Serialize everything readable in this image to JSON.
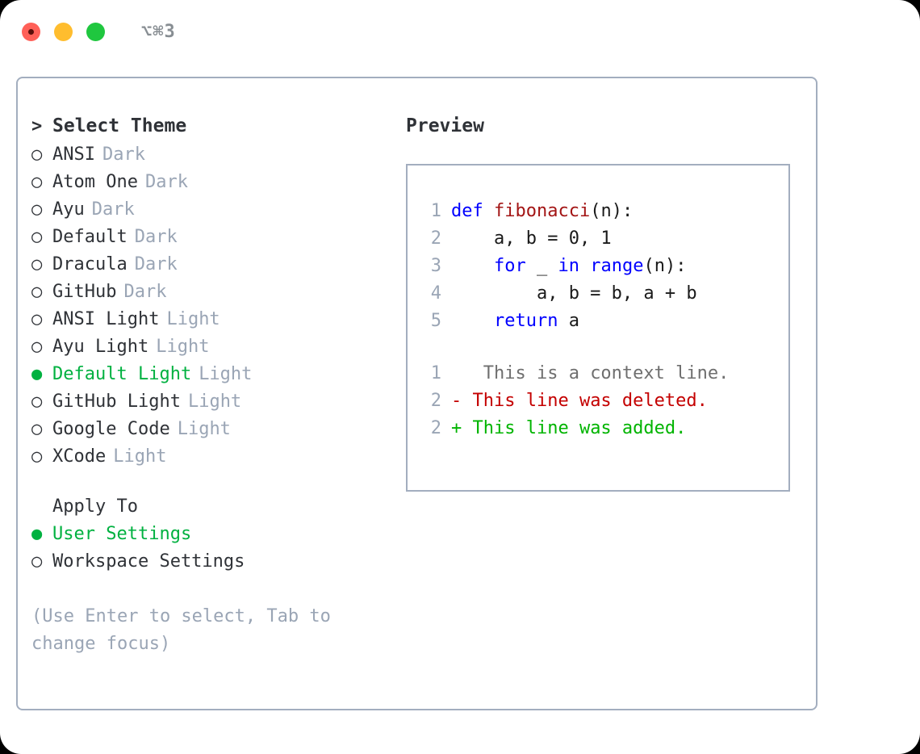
{
  "window": {
    "shortcut": "⌥⌘3",
    "traffic_lights": [
      "close-red",
      "minimize-yellow",
      "maximize-green"
    ],
    "border_color": "#a3aebf"
  },
  "colors": {
    "accent_green": "#00b140",
    "muted": "#9aa5b5",
    "text": "#2f3237",
    "keyword_blue": "#0000ff",
    "function_red": "#a31515",
    "diff_deleted": "#c40000",
    "diff_added": "#00b400",
    "diff_context": "#6f6f6f"
  },
  "theme_list": {
    "header_marker": ">",
    "header_label": "Select Theme",
    "items": [
      {
        "marker": "○",
        "label": "ANSI",
        "meta": "Dark",
        "selected": false
      },
      {
        "marker": "○",
        "label": "Atom One",
        "meta": "Dark",
        "selected": false
      },
      {
        "marker": "○",
        "label": "Ayu",
        "meta": "Dark",
        "selected": false
      },
      {
        "marker": "○",
        "label": "Default",
        "meta": "Dark",
        "selected": false
      },
      {
        "marker": "○",
        "label": "Dracula",
        "meta": "Dark",
        "selected": false
      },
      {
        "marker": "○",
        "label": "GitHub",
        "meta": "Dark",
        "selected": false
      },
      {
        "marker": "○",
        "label": "ANSI Light",
        "meta": "Light",
        "selected": false
      },
      {
        "marker": "○",
        "label": "Ayu Light",
        "meta": "Light",
        "selected": false
      },
      {
        "marker": "●",
        "label": "Default Light",
        "meta": "Light",
        "selected": true
      },
      {
        "marker": "○",
        "label": "GitHub Light",
        "meta": "Light",
        "selected": false
      },
      {
        "marker": "○",
        "label": "Google Code",
        "meta": "Light",
        "selected": false
      },
      {
        "marker": "○",
        "label": "XCode",
        "meta": "Light",
        "selected": false
      }
    ]
  },
  "apply_to": {
    "header_label": "Apply To",
    "items": [
      {
        "marker": "●",
        "label": "User Settings",
        "selected": true
      },
      {
        "marker": "○",
        "label": "Workspace Settings",
        "selected": false
      }
    ]
  },
  "hint": "(Use Enter to select, Tab to change focus)",
  "preview": {
    "title": "Preview",
    "code_lines": [
      {
        "lineno": "1",
        "tokens": [
          {
            "text": "def ",
            "kind": "kw"
          },
          {
            "text": "fibonacci",
            "kind": "fn"
          },
          {
            "text": "(n):",
            "kind": "plain"
          }
        ]
      },
      {
        "lineno": "2",
        "tokens": [
          {
            "text": "    a, b = 0, 1",
            "kind": "plain"
          }
        ]
      },
      {
        "lineno": "3",
        "tokens": [
          {
            "text": "    ",
            "kind": "plain"
          },
          {
            "text": "for",
            "kind": "kw"
          },
          {
            "text": " _ ",
            "kind": "plain"
          },
          {
            "text": "in",
            "kind": "kw"
          },
          {
            "text": " ",
            "kind": "plain"
          },
          {
            "text": "range",
            "kind": "kw"
          },
          {
            "text": "(n):",
            "kind": "plain"
          }
        ]
      },
      {
        "lineno": "4",
        "tokens": [
          {
            "text": "        a, b = b, a + b",
            "kind": "plain"
          }
        ]
      },
      {
        "lineno": "5",
        "tokens": [
          {
            "text": "    ",
            "kind": "plain"
          },
          {
            "text": "return",
            "kind": "kw"
          },
          {
            "text": " a",
            "kind": "plain"
          }
        ]
      }
    ],
    "diff_lines": [
      {
        "lineno": "1",
        "sign": " ",
        "text": "  This is a context line.",
        "kind": "ctx"
      },
      {
        "lineno": "2",
        "sign": "-",
        "text": " This line was deleted.",
        "kind": "del"
      },
      {
        "lineno": "2",
        "sign": "+",
        "text": " This line was added.",
        "kind": "add"
      }
    ]
  }
}
